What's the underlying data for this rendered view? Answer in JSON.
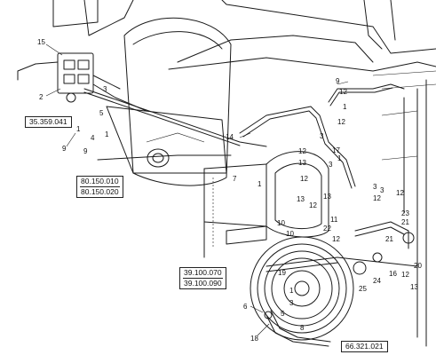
{
  "references": {
    "r1": [
      "35.359.041"
    ],
    "r2": [
      "80.150.010",
      "80.150.020"
    ],
    "r3": [
      "39.100.070",
      "39.100.090"
    ],
    "r4": [
      "66.321.021"
    ]
  },
  "callouts": [
    "15",
    "2",
    "3",
    "1",
    "4",
    "9",
    "5",
    "1",
    "12",
    "9",
    "12",
    "1",
    "3",
    "14",
    "12",
    "17",
    "13",
    "3",
    "1",
    "12",
    "13",
    "7",
    "1",
    "12",
    "13",
    "11",
    "10",
    "10",
    "22",
    "12",
    "3",
    "19",
    "1",
    "3",
    "12",
    "21",
    "23",
    "20",
    "16",
    "12",
    "25",
    "24",
    "13",
    "21",
    "6",
    "5",
    "8",
    "18",
    "9",
    "12",
    "3"
  ]
}
